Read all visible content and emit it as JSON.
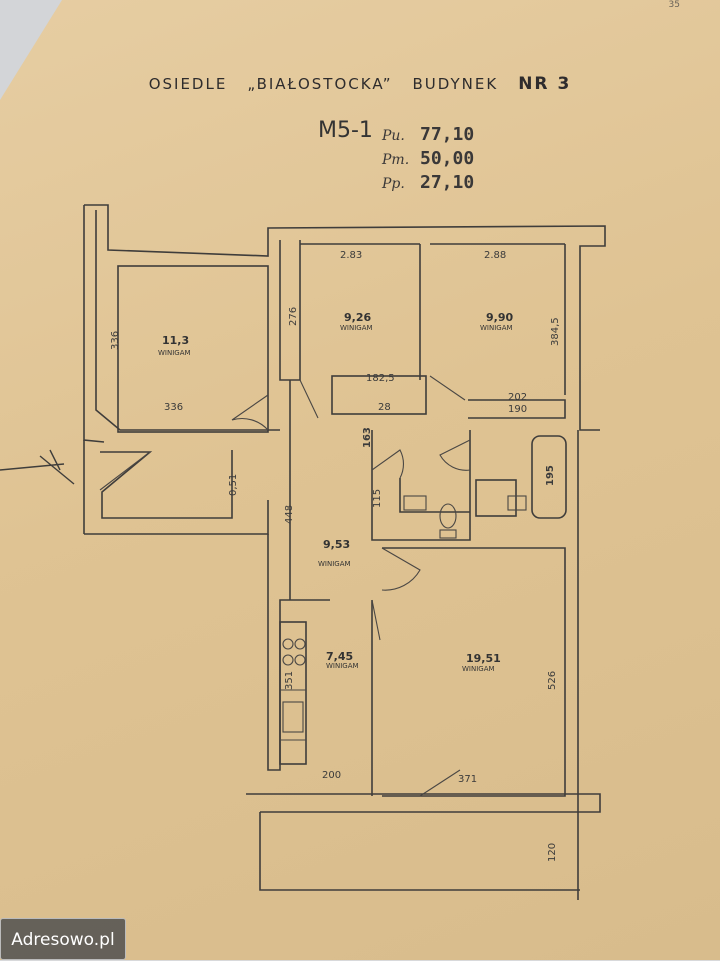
{
  "page_number": "35",
  "header": {
    "estate": "OSIEDLE",
    "estate_name": "„BIAŁOSTOCKA”",
    "building": "BUDYNEK",
    "building_number": "NR 3"
  },
  "unit": {
    "code": "M5-1",
    "areas": [
      {
        "label": "Pu.",
        "value": "77,10"
      },
      {
        "label": "Pm.",
        "value": "50,00"
      },
      {
        "label": "Pp.",
        "value": "27,10"
      }
    ]
  },
  "rooms": [
    {
      "area": "11,3",
      "floor": "WINIGAM"
    },
    {
      "area": "9,26",
      "floor": "WINIGAM"
    },
    {
      "area": "9,90",
      "floor": "WINIGAM"
    },
    {
      "area": "9,53",
      "floor": "WINIGAM"
    },
    {
      "area": "7,45",
      "floor": "WINIGAM"
    },
    {
      "area": "19,51",
      "floor": "WINIGAM"
    }
  ],
  "dimensions": [
    "336",
    "336",
    "2.83",
    "2.88",
    "276",
    "384,5",
    "182,5",
    "28",
    "202",
    "190",
    "163",
    "195",
    "115",
    "448",
    "351",
    "200",
    "371",
    "526",
    "120",
    "0,51"
  ],
  "watermark": "Adresowo.pl"
}
